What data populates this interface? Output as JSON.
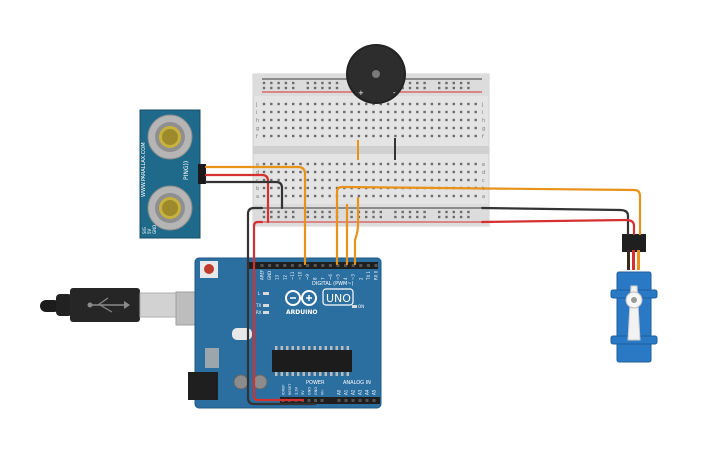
{
  "board": {
    "brand": "ARDUINO",
    "model": "UNO",
    "digital_label": "DIGITAL (PWM~)",
    "power_label": "POWER",
    "analog_label": "ANALOG IN",
    "led_on": "ON",
    "led_l": "L",
    "led_tx": "TX",
    "led_rx": "RX",
    "ioref": "IOREF",
    "pins_top": [
      "AREF",
      "GND",
      "13",
      "12",
      "~11",
      "~10",
      "~9",
      "8",
      "7",
      "~6",
      "~5",
      "4",
      "~3",
      "2",
      "TX 1",
      "RX 0"
    ],
    "pins_power": [
      "RESET",
      "3.3V",
      "5V",
      "GND",
      "GND",
      "Vin"
    ],
    "pins_analog": [
      "A0",
      "A1",
      "A2",
      "A3",
      "A4",
      "A5"
    ]
  },
  "sensor": {
    "name": "PING))",
    "site": "WWW.PARALLAX.COM",
    "pins": [
      "SIG",
      "5V",
      "GND"
    ]
  },
  "buzzer": {
    "plus": "+",
    "minus": "-"
  },
  "breadboard": {
    "rows_top": [
      "j",
      "i",
      "h",
      "g",
      "f"
    ],
    "rows_bottom": [
      "e",
      "d",
      "c",
      "b",
      "a"
    ]
  },
  "colors": {
    "board": "#2b6ea0",
    "board_dark": "#1d5a87",
    "sensor": "#1f6a8a",
    "servo": "#2a79c4",
    "wire_orange": "#e8921a",
    "wire_red": "#d63030",
    "wire_black": "#333333",
    "breadboard": "#e6e6e6"
  }
}
